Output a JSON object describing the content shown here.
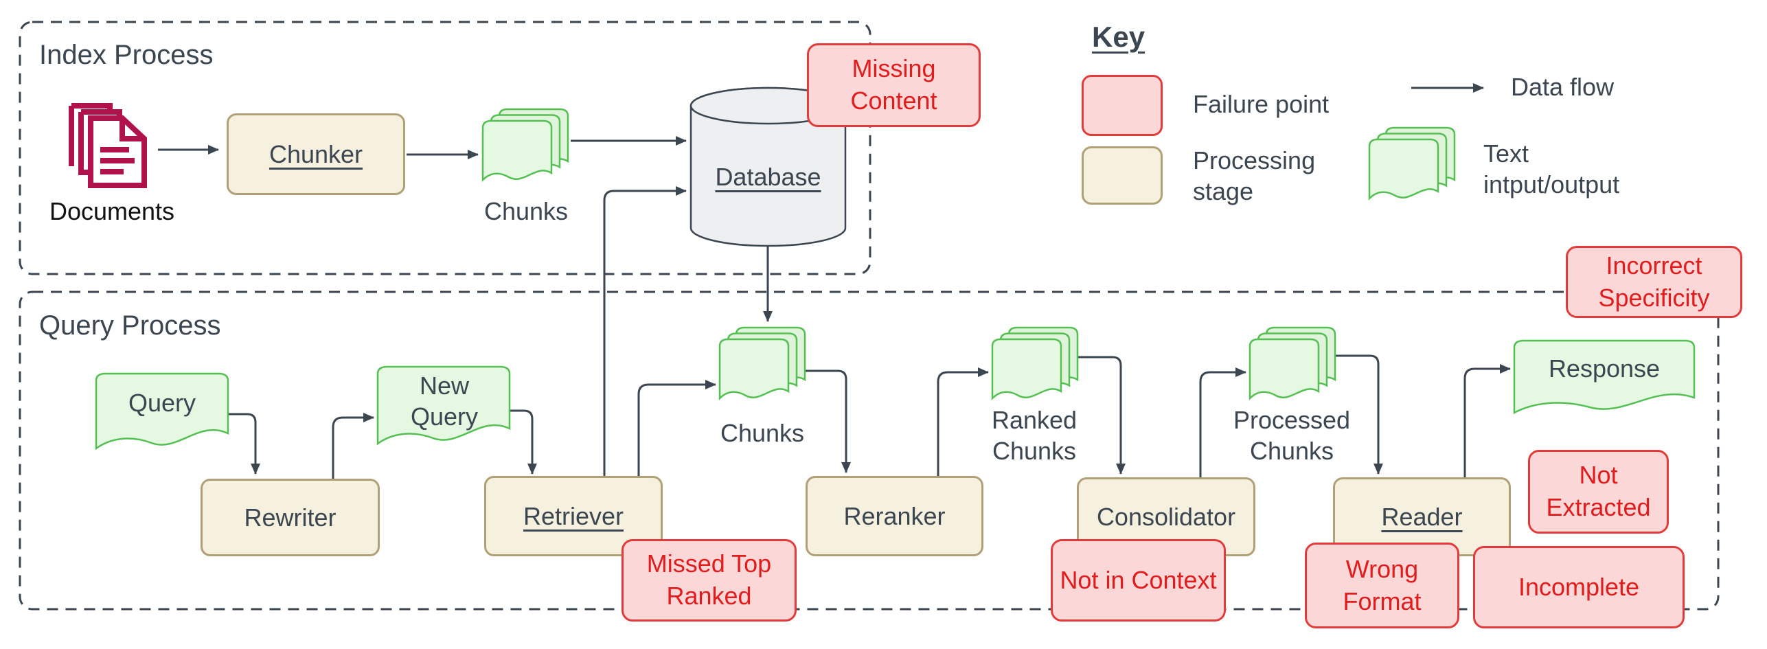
{
  "diagram_title_implicit": "RAG pipeline with failure points",
  "colors": {
    "slate": "#3B4651",
    "failure_border": "#E23B3B",
    "failure_fill": "#FBD7D8",
    "failure_text": "#E01C1C",
    "green_border": "#55BF53",
    "green_fill": "#E5F8E2",
    "green_fill_back": "#DFF4DB",
    "stage_fill": "#F6F1DE",
    "stage_border": "#AFA077",
    "cylinder_fill": "#EDEFF0",
    "documents_icon": "#B0124B"
  },
  "labels": {
    "index_title": "Index Process",
    "query_title": "Query Process",
    "documents": "Documents",
    "chunker": "Chunker",
    "chunks_index": "Chunks",
    "database": "Database",
    "missing_content": "Missing Content",
    "query_doc": "Query",
    "rewriter": "Rewriter",
    "new_query": "New Query",
    "retriever": "Retriever",
    "chunks_query": "Chunks",
    "reranker": "Reranker",
    "ranked_chunks": "Ranked Chunks",
    "consolidator": "Consolidator",
    "processed_chunks": "Processed Chunks",
    "reader": "Reader",
    "response": "Response",
    "missed_top_ranked": "Missed Top Ranked",
    "not_in_context": "Not in Context",
    "not_extracted": "Not Extracted",
    "wrong_format": "Wrong Format",
    "incomplete": "Incomplete",
    "incorrect_specificity": "Incorrect Specificity"
  },
  "key": {
    "title": "Key",
    "failure_point": "Failure point",
    "processing_stage": "Processing stage",
    "data_flow": "Data flow",
    "text_io": "Text intput/output"
  },
  "icons": [
    "documents-stack-icon",
    "chunks-stack-icon",
    "database-cylinder-icon",
    "data-flow-arrow-icon"
  ]
}
